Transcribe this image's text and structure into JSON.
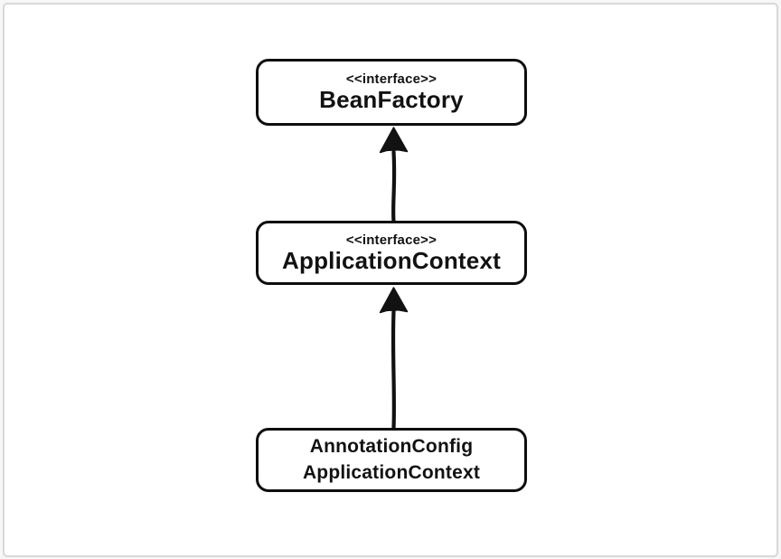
{
  "colors": {
    "ink": "#121212",
    "node_border": "#0e0e0e",
    "frame_border": "#d8d8d8",
    "canvas_bg": "#f7f7f7",
    "inner_bg": "#ffffff"
  },
  "diagram": {
    "type": "uml-inheritance-diagram",
    "nodes": [
      {
        "id": "BeanFactory",
        "stereotype": "<<interface>>",
        "name": "BeanFactory"
      },
      {
        "id": "ApplicationContext",
        "stereotype": "<<interface>>",
        "name": "ApplicationContext"
      },
      {
        "id": "AnnotationConfigApplicationContext",
        "name_line1": "AnnotationConfig",
        "name_line2": "ApplicationContext"
      }
    ],
    "edges": [
      {
        "from": "ApplicationContext",
        "to": "BeanFactory",
        "style": "solid-filled-arrow-up"
      },
      {
        "from": "AnnotationConfigApplicationContext",
        "to": "ApplicationContext",
        "style": "solid-filled-arrow-up"
      }
    ]
  }
}
